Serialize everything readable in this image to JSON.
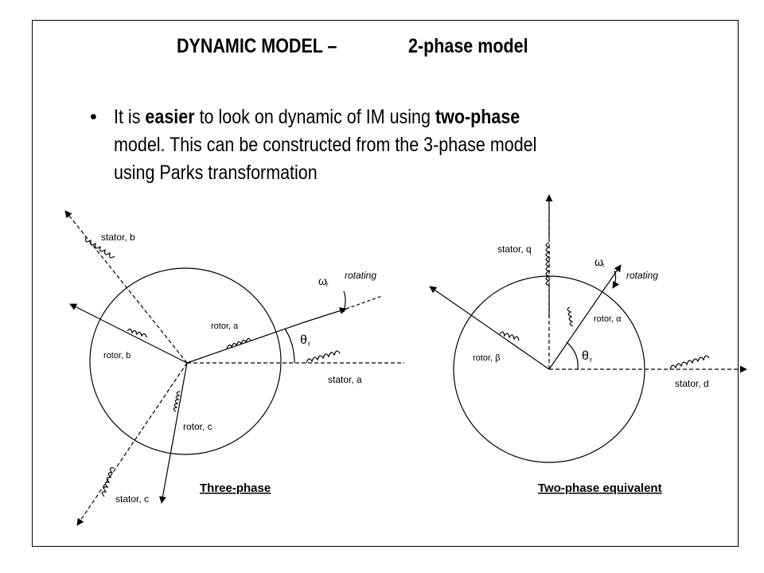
{
  "title": {
    "part1": "DYNAMIC MODEL –",
    "part2": "2-phase model"
  },
  "bullet": {
    "t1": "It is ",
    "b1": "easier",
    "t2": " to look on dynamic of IM using ",
    "b2": "two-phase",
    "t3": " model. This can be constructed from the 3-phase model using Parks transformation"
  },
  "three_phase": {
    "caption": "Three-phase",
    "stator_a": "stator, a",
    "stator_b": "stator, b",
    "stator_c": "stator, c",
    "rotor_a": "rotor, a",
    "rotor_b": "rotor, b",
    "rotor_c": "rotor, c",
    "rotating": "rotating",
    "omega": "ω",
    "omega_sub": "r",
    "theta": "θ",
    "theta_sub": "r"
  },
  "two_phase": {
    "caption": "Two-phase equivalent",
    "stator_d": "stator, d",
    "stator_q": "stator, q",
    "rotor_alpha": "rotor, α",
    "rotor_beta": "rotor, β",
    "rotating": "rotating",
    "omega": "ω",
    "omega_sub": "r",
    "theta": "θ",
    "theta_sub": "r"
  }
}
